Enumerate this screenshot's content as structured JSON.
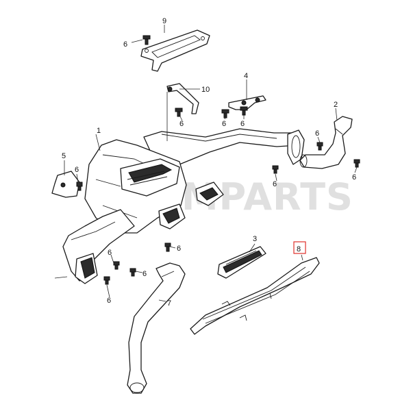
{
  "diagram": {
    "watermark": "OMPARTS",
    "highlight_color": "#e0302a",
    "callouts": [
      {
        "id": "c1",
        "label": "1"
      },
      {
        "id": "c2",
        "label": "2"
      },
      {
        "id": "c3",
        "label": "3"
      },
      {
        "id": "c4",
        "label": "4"
      },
      {
        "id": "c5",
        "label": "5"
      },
      {
        "id": "c6a",
        "label": "6"
      },
      {
        "id": "c6b",
        "label": "6"
      },
      {
        "id": "c6c",
        "label": "6"
      },
      {
        "id": "c6d",
        "label": "6"
      },
      {
        "id": "c6e",
        "label": "6"
      },
      {
        "id": "c6f",
        "label": "6"
      },
      {
        "id": "c6g",
        "label": "6"
      },
      {
        "id": "c6h",
        "label": "6"
      },
      {
        "id": "c6i",
        "label": "6"
      },
      {
        "id": "c6j",
        "label": "6"
      },
      {
        "id": "c6k",
        "label": "6"
      },
      {
        "id": "c7",
        "label": "7"
      },
      {
        "id": "c8",
        "label": "8"
      },
      {
        "id": "c9",
        "label": "9"
      },
      {
        "id": "c10",
        "label": "10"
      }
    ]
  }
}
